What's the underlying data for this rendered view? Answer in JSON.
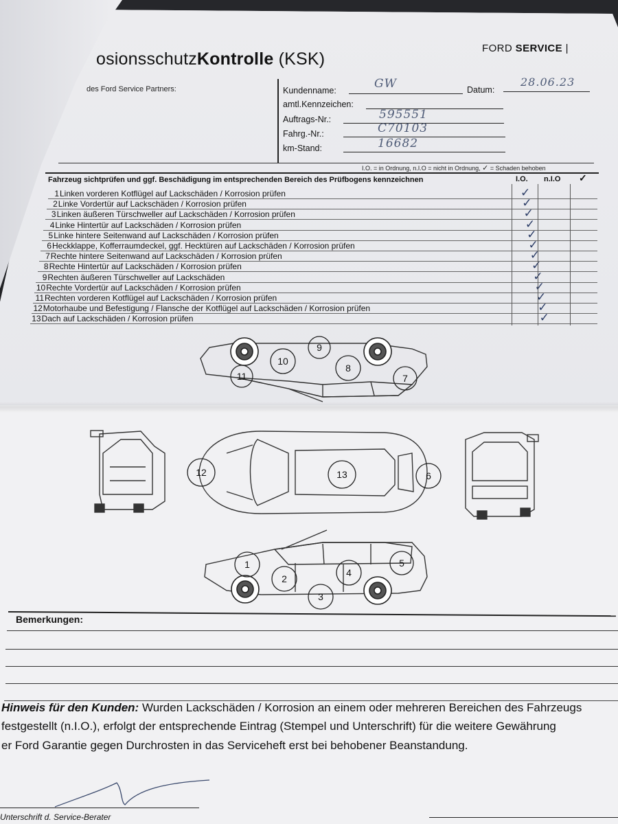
{
  "header": {
    "title_regular": "osionsschutz",
    "title_bold": "Kontrolle",
    "title_suffix": " (KSK)",
    "brand_regular": "FORD ",
    "brand_bold": "SERVICE",
    "partner_label": "des Ford Service Partners:"
  },
  "fields": {
    "customer_label": "Kundenname:",
    "customer_value": "GW",
    "date_label": "Datum:",
    "date_value": "28.06.23",
    "plate_label": "amtl.Kennzeichen:",
    "order_label": "Auftrags-Nr.:",
    "order_value": "595551",
    "vehicle_label": "Fahrg.-Nr.:",
    "vehicle_value": "C70103",
    "km_label": "km-Stand:",
    "km_value": "16682"
  },
  "legend": {
    "text": "I.O. = in Ordnung, n.I.O = nicht in Ordnung,",
    "check_text": "= Schaden behoben"
  },
  "checklist": {
    "heading": "Fahrzeug sichtprüfen und ggf. Beschädigung im entsprechenden Bereich des Prüfbogens kennzeichnen",
    "col_io": "I.O.",
    "col_nio": "n.I.O",
    "col_fixed": "✓",
    "items": [
      {
        "num": "1",
        "text": "Linken vorderen Kotflügel auf Lackschäden / Korrosion prüfen",
        "status": "I.O."
      },
      {
        "num": "2",
        "text": "Linke Vordertür auf Lackschäden / Korrosion prüfen",
        "status": "I.O."
      },
      {
        "num": "3",
        "text": "Linken äußeren Türschweller auf Lackschäden / Korrosion prüfen",
        "status": "I.O."
      },
      {
        "num": "4",
        "text": "Linke Hintertür auf Lackschäden / Korrosion prüfen",
        "status": "I.O."
      },
      {
        "num": "5",
        "text": "Linke hintere Seitenwand auf Lackschäden / Korrosion prüfen",
        "status": "I.O."
      },
      {
        "num": "6",
        "text": "Heckklappe, Kofferraumdeckel, ggf. Hecktüren auf Lackschäden / Korrosion prüfen",
        "status": "I.O."
      },
      {
        "num": "7",
        "text": "Rechte hintere Seitenwand auf Lackschäden / Korrosion prüfen",
        "status": "I.O."
      },
      {
        "num": "8",
        "text": "Rechte Hintertür auf Lackschäden / Korrosion prüfen",
        "status": "I.O."
      },
      {
        "num": "9",
        "text": "Rechten äußeren Türschweller auf Lackschäden",
        "status": "I.O."
      },
      {
        "num": "10",
        "text": "Rechte Vordertür auf Lackschäden / Korrosion prüfen",
        "status": "I.O."
      },
      {
        "num": "11",
        "text": "Rechten vorderen Kotflügel auf Lackschäden / Korrosion prüfen",
        "status": "I.O."
      },
      {
        "num": "12",
        "text": "Motorhaube und Befestigung / Flansche der Kotflügel auf Lackschäden / Korrosion prüfen",
        "status": "I.O."
      },
      {
        "num": "13",
        "text": "Dach auf Lackschäden / Korrosion prüfen",
        "status": "I.O."
      }
    ]
  },
  "diagram": {
    "zone_labels": [
      "9",
      "10",
      "8",
      "11",
      "7",
      "12",
      "13",
      "6",
      "1",
      "2",
      "4",
      "5",
      "3"
    ]
  },
  "remarks_label": "Bemerkungen:",
  "customer_hint": {
    "lead": "Hinweis für den Kunden:",
    "line1_rest": " Wurden Lackschäden / Korrosion an einem oder mehreren Bereichen des Fahrzeugs",
    "line2": "festgestellt (n.I.O.), erfolgt der entsprechende Eintrag (Stempel und Unterschrift) für die weitere Gewährung",
    "line3": "er Ford Garantie gegen Durchrosten in das Serviceheft erst bei behobener Beanstandung."
  },
  "signature_label": "Unterschrift d. Service-Berater",
  "colors": {
    "paper": "#f1f1f3",
    "ink": "#111111",
    "pen": "#2b3c66"
  }
}
